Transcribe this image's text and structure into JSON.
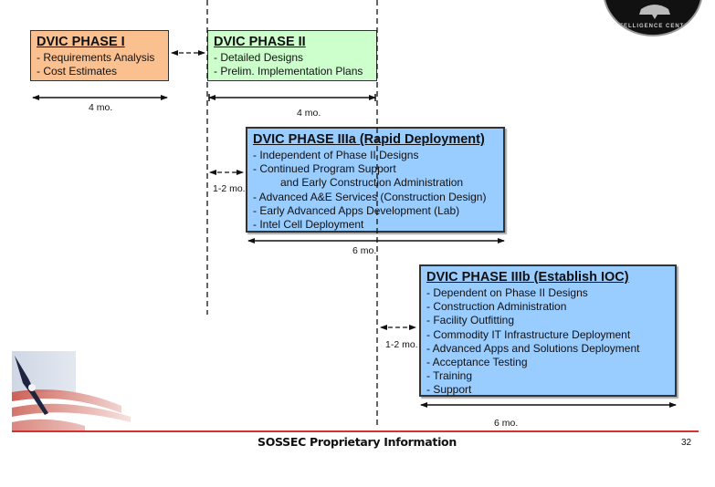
{
  "phases": [
    {
      "id": "p1",
      "title": "DVIC PHASE I",
      "color": "#fac090",
      "items": [
        "- Requirements Analysis",
        "- Cost Estimates"
      ],
      "duration": "4 mo."
    },
    {
      "id": "p2",
      "title": "DVIC PHASE II",
      "color": "#ccffcc",
      "items": [
        "- Detailed Designs",
        "- Prelim. Implementation Plans"
      ],
      "duration": "4 mo."
    },
    {
      "id": "p3a",
      "title": "DVIC PHASE IIIa (Rapid Deployment)",
      "color": "#99ccff",
      "items": [
        "- Independent of Phase II Designs",
        "- Continued Program Support",
        "and Early Construction Administration",
        "- Advanced A&E Services (Construction Design)",
        "- Early Advanced Apps Development (Lab)",
        "- Intel Cell Deployment"
      ],
      "duration": "6 mo.",
      "offset": "1-2 mo."
    },
    {
      "id": "p3b",
      "title": "DVIC PHASE IIIb (Establish IOC)",
      "color": "#99ccff",
      "items": [
        "- Dependent on Phase II Designs",
        "- Construction Administration",
        "- Facility Outfitting",
        "- Commodity IT Infrastructure Deployment",
        "- Advanced Apps and Solutions Deployment",
        "- Acceptance Testing",
        "- Training",
        "- Support"
      ],
      "duration": "6 mo.",
      "offset": "1-2 mo."
    }
  ],
  "seal": {
    "text": "INTELLIGENCE CENTER",
    "icon": "intelligence-center-seal"
  },
  "flag_image": "eagle-flag-icon",
  "footer": {
    "text": "SOSSEC Proprietary Information",
    "page_number": "32",
    "line_color": "#d9302e"
  }
}
